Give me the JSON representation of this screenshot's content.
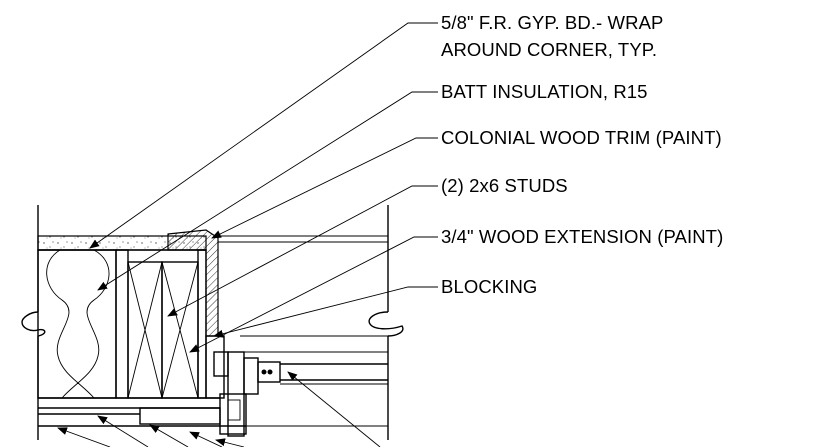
{
  "notes": {
    "gyp_board_line1": "5/8\" F.R. GYP. BD.- WRAP",
    "gyp_board_line2": "AROUND CORNER, TYP.",
    "batt_insulation": "BATT INSULATION, R15",
    "colonial_trim": "COLONIAL WOOD TRIM (PAINT)",
    "studs": "(2) 2x6 STUDS",
    "wood_extension": "3/4\" WOOD EXTENSION (PAINT)",
    "blocking": "BLOCKING"
  },
  "colors": {
    "ink": "#000000",
    "background": "#ffffff"
  }
}
